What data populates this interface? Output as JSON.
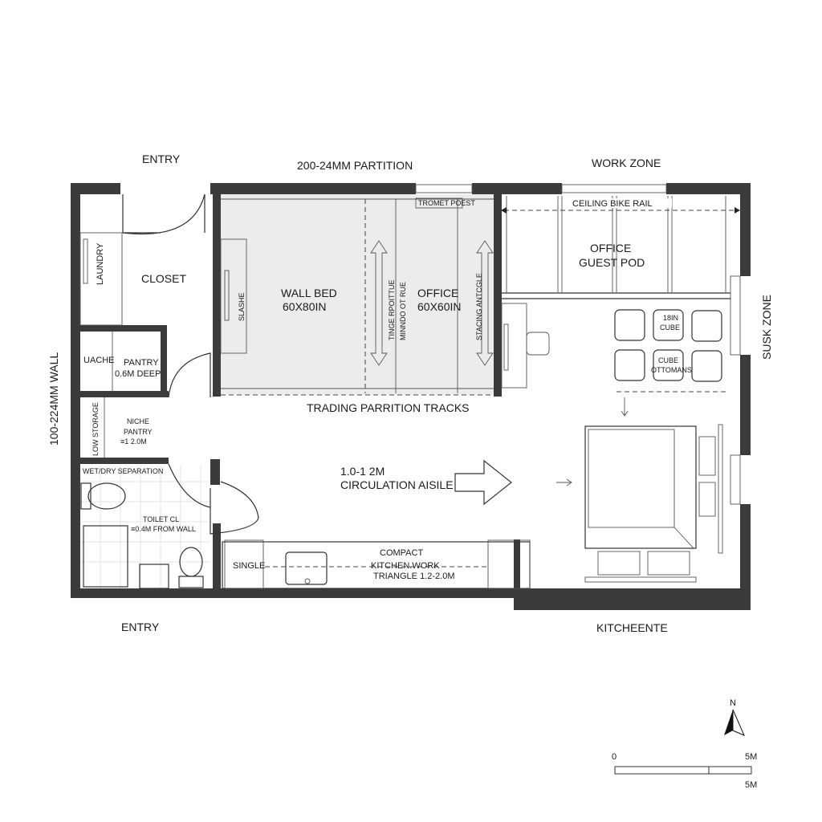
{
  "labels": {
    "entry_top": "ENTRY",
    "partition": "200-24MM PARTITION",
    "work_zone": "WORK ZONE",
    "left_wall": "100-224MM WALL",
    "laundry": "LAUNDRY",
    "closet": "CLOSET",
    "uache": "UACHE",
    "pantry": "PANTRY",
    "pantry_depth": "0.6M DEEP",
    "low_storage": "LOW STORAGE",
    "niche_1": "NICHE",
    "niche_2": "PANTRY",
    "niche_3": "≡1 2.0M",
    "wet_dry": "WET/DRY SEPARATION",
    "toilet_1": "TOILET CL",
    "toilet_2": "≡0.4M FROM WALL",
    "wall_bed_1": "WALL BED",
    "wall_bed_2": "60X80IN",
    "slashe": "SLASHE",
    "tinge": "TINGE RPOITTUE",
    "minindo": "MINNDO OT RUE",
    "office_1": "OFFICE",
    "office_2": "60X60IN",
    "stacking": "STACING ANTCGLE",
    "tromet": "TROMET POEST",
    "tracks": "TRADING PARRITION TRACKS",
    "ceiling_rail": "CEILING BIKE RAIL",
    "pod_1": "OFFICE",
    "pod_2": "GUEST POD",
    "cube_1": "18IN",
    "cube_2": "CUBE",
    "ottoman_1": "CUBE",
    "ottoman_2": "OTTOMANS",
    "susk_zone": "SUSK ZONE",
    "aisle_1": "1.0-1 2M",
    "aisle_2": "CIRCULATION AISILE",
    "single": "SINGLE",
    "kitchen_1": "COMPACT",
    "kitchen_2": "KITCHEN.WORK",
    "kitchen_3": "TRIANGLE 1.2-2.0M",
    "entry_bottom": "ENTRY",
    "kitchenette": "KITCHEENTE"
  },
  "north": "N",
  "scale": {
    "start": "0",
    "end_top": "5M",
    "end_bottom": "5M"
  },
  "colors": {
    "wall": "#3b3b3b",
    "zone_fill": "#ececec"
  }
}
